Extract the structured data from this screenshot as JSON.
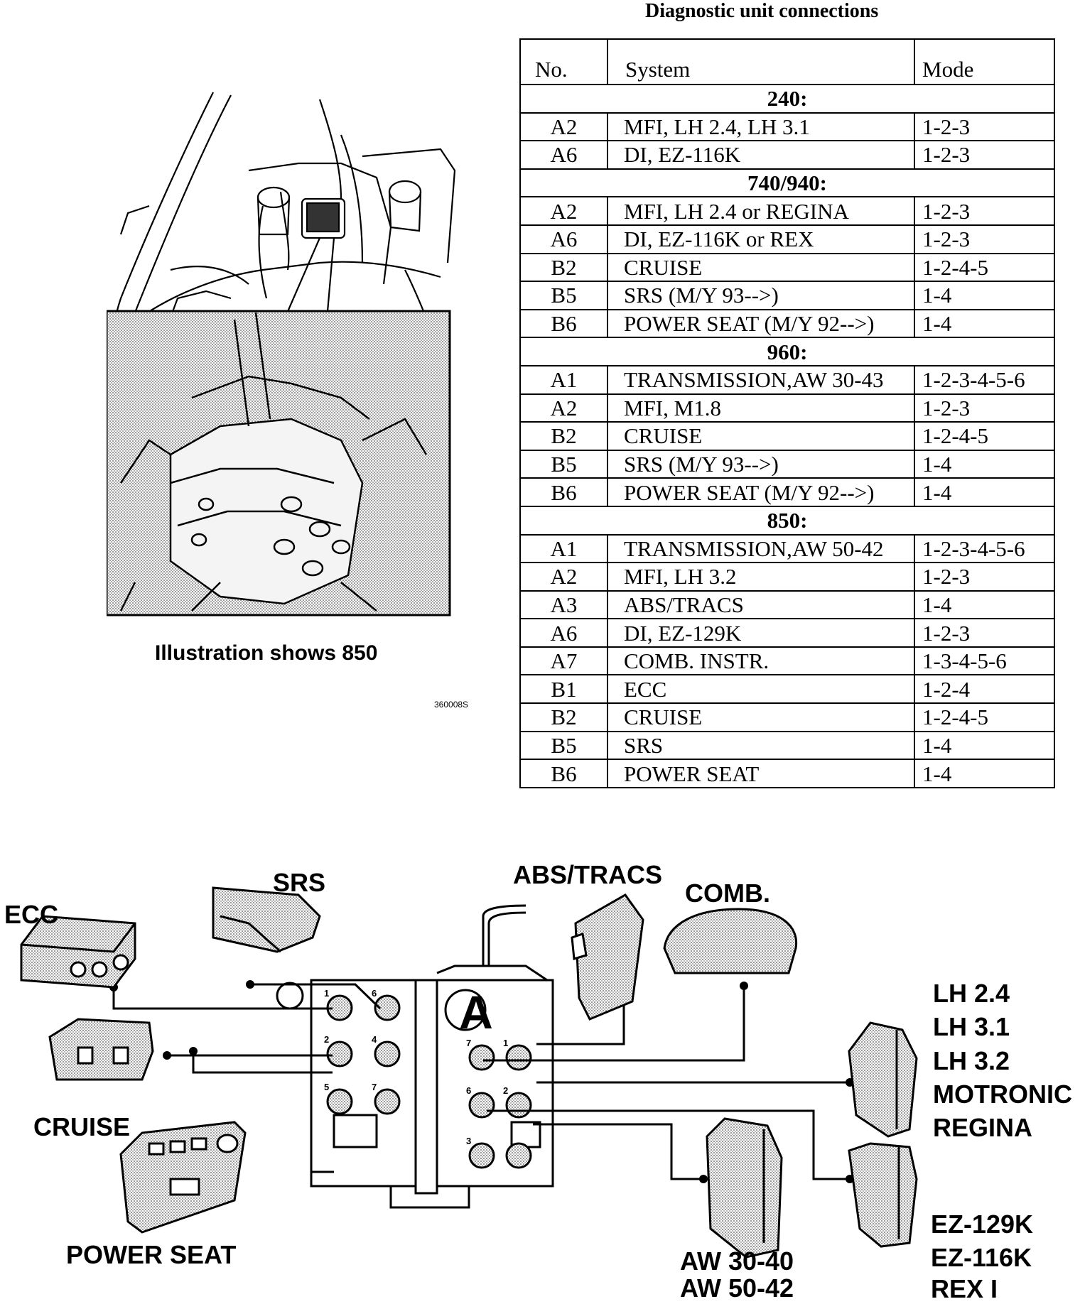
{
  "table": {
    "title": "Diagnostic unit connections",
    "headers": {
      "no": "No.",
      "system": "System",
      "mode": "Mode"
    },
    "groups": [
      {
        "name": "240:",
        "rows": [
          {
            "no": "A2",
            "system": "MFI, LH 2.4, LH 3.1",
            "mode": "1-2-3"
          },
          {
            "no": "A6",
            "system": "DI, EZ-116K",
            "mode": "1-2-3"
          }
        ]
      },
      {
        "name": "740/940:",
        "rows": [
          {
            "no": "A2",
            "system": "MFI, LH 2.4 or REGINA",
            "mode": "1-2-3"
          },
          {
            "no": "A6",
            "system": "DI, EZ-116K or REX",
            "mode": "1-2-3"
          },
          {
            "no": "B2",
            "system": "CRUISE",
            "mode": "1-2-4-5"
          },
          {
            "no": "B5",
            "system": "SRS (M/Y 93-->)",
            "mode": "1-4"
          },
          {
            "no": "B6",
            "system": "POWER SEAT (M/Y 92-->)",
            "mode": "1-4"
          }
        ]
      },
      {
        "name": "960:",
        "rows": [
          {
            "no": "A1",
            "system": "TRANSMISSION,AW 30-43",
            "mode": "1-2-3-4-5-6"
          },
          {
            "no": "A2",
            "system": "MFI, M1.8",
            "mode": "1-2-3"
          },
          {
            "no": "B2",
            "system": "CRUISE",
            "mode": "1-2-4-5"
          },
          {
            "no": "B5",
            "system": "SRS (M/Y 93-->)",
            "mode": "1-4"
          },
          {
            "no": "B6",
            "system": "POWER SEAT (M/Y 92-->)",
            "mode": "1-4"
          }
        ]
      },
      {
        "name": "850:",
        "rows": [
          {
            "no": "A1",
            "system": "TRANSMISSION,AW 50-42",
            "mode": "1-2-3-4-5-6"
          },
          {
            "no": "A2",
            "system": "MFI, LH 3.2",
            "mode": "1-2-3"
          },
          {
            "no": "A3",
            "system": "ABS/TRACS",
            "mode": "1-4"
          },
          {
            "no": "A6",
            "system": "DI, EZ-129K",
            "mode": "1-2-3"
          },
          {
            "no": "A7",
            "system": "COMB. INSTR.",
            "mode": "1-3-4-5-6"
          },
          {
            "no": "B1",
            "system": "ECC",
            "mode": "1-2-4"
          },
          {
            "no": "B2",
            "system": "CRUISE",
            "mode": "1-2-4-5"
          },
          {
            "no": "B5",
            "system": "SRS",
            "mode": "1-4"
          },
          {
            "no": "B6",
            "system": "POWER SEAT",
            "mode": "1-4"
          }
        ]
      }
    ]
  },
  "illustration": {
    "caption": "Illustration shows 850",
    "figure_number": "360008S"
  },
  "diagram": {
    "labels": {
      "ecc": "ECC",
      "srs": "SRS",
      "abs_tracs": "ABS/TRACS",
      "comb": "COMB.",
      "cruise": "CRUISE",
      "power_seat": "POWER SEAT",
      "lh_24": "LH 2.4",
      "lh_31": "LH 3.1",
      "lh_32": "LH 3.2",
      "motronic": "MOTRONIC",
      "regina": "REGINA",
      "ez_129k": "EZ-129K",
      "ez_116k": "EZ-116K",
      "rex_i": "REX I",
      "aw_3040": "AW 30-40",
      "aw_5042": "AW 50-42"
    },
    "socket_numbers_b": [
      "1",
      "6",
      "2",
      "4",
      "5",
      "7"
    ],
    "socket_numbers_a": [
      "7",
      "1",
      "6",
      "2",
      "3"
    ],
    "panel_letter": "A"
  }
}
